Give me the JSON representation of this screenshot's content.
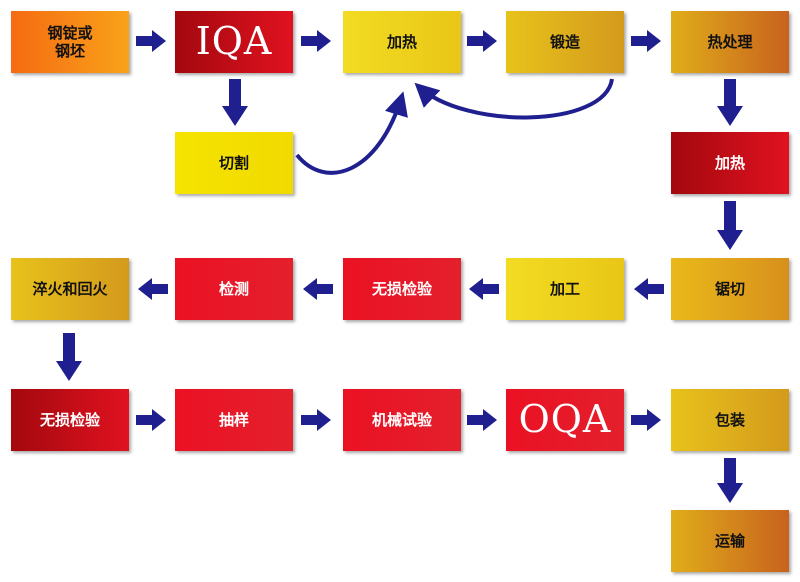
{
  "nodes": {
    "ingot": "钢锭或\n钢坯",
    "iqa": "IQA",
    "heat1": "加热",
    "forge": "锻造",
    "heat_treat": "热处理",
    "cut1": "切割",
    "heat2": "加热",
    "saw": "锯切",
    "machining": "加工",
    "ndt1": "无损检验",
    "inspect": "检测",
    "quench": "淬火和回火",
    "ndt2": "无损检验",
    "sampling": "抽样",
    "mech_test": "机械试验",
    "oqa": "OQA",
    "packing": "包装",
    "transport": "运输"
  },
  "colors": {
    "arrow": "#1f1f8f"
  }
}
